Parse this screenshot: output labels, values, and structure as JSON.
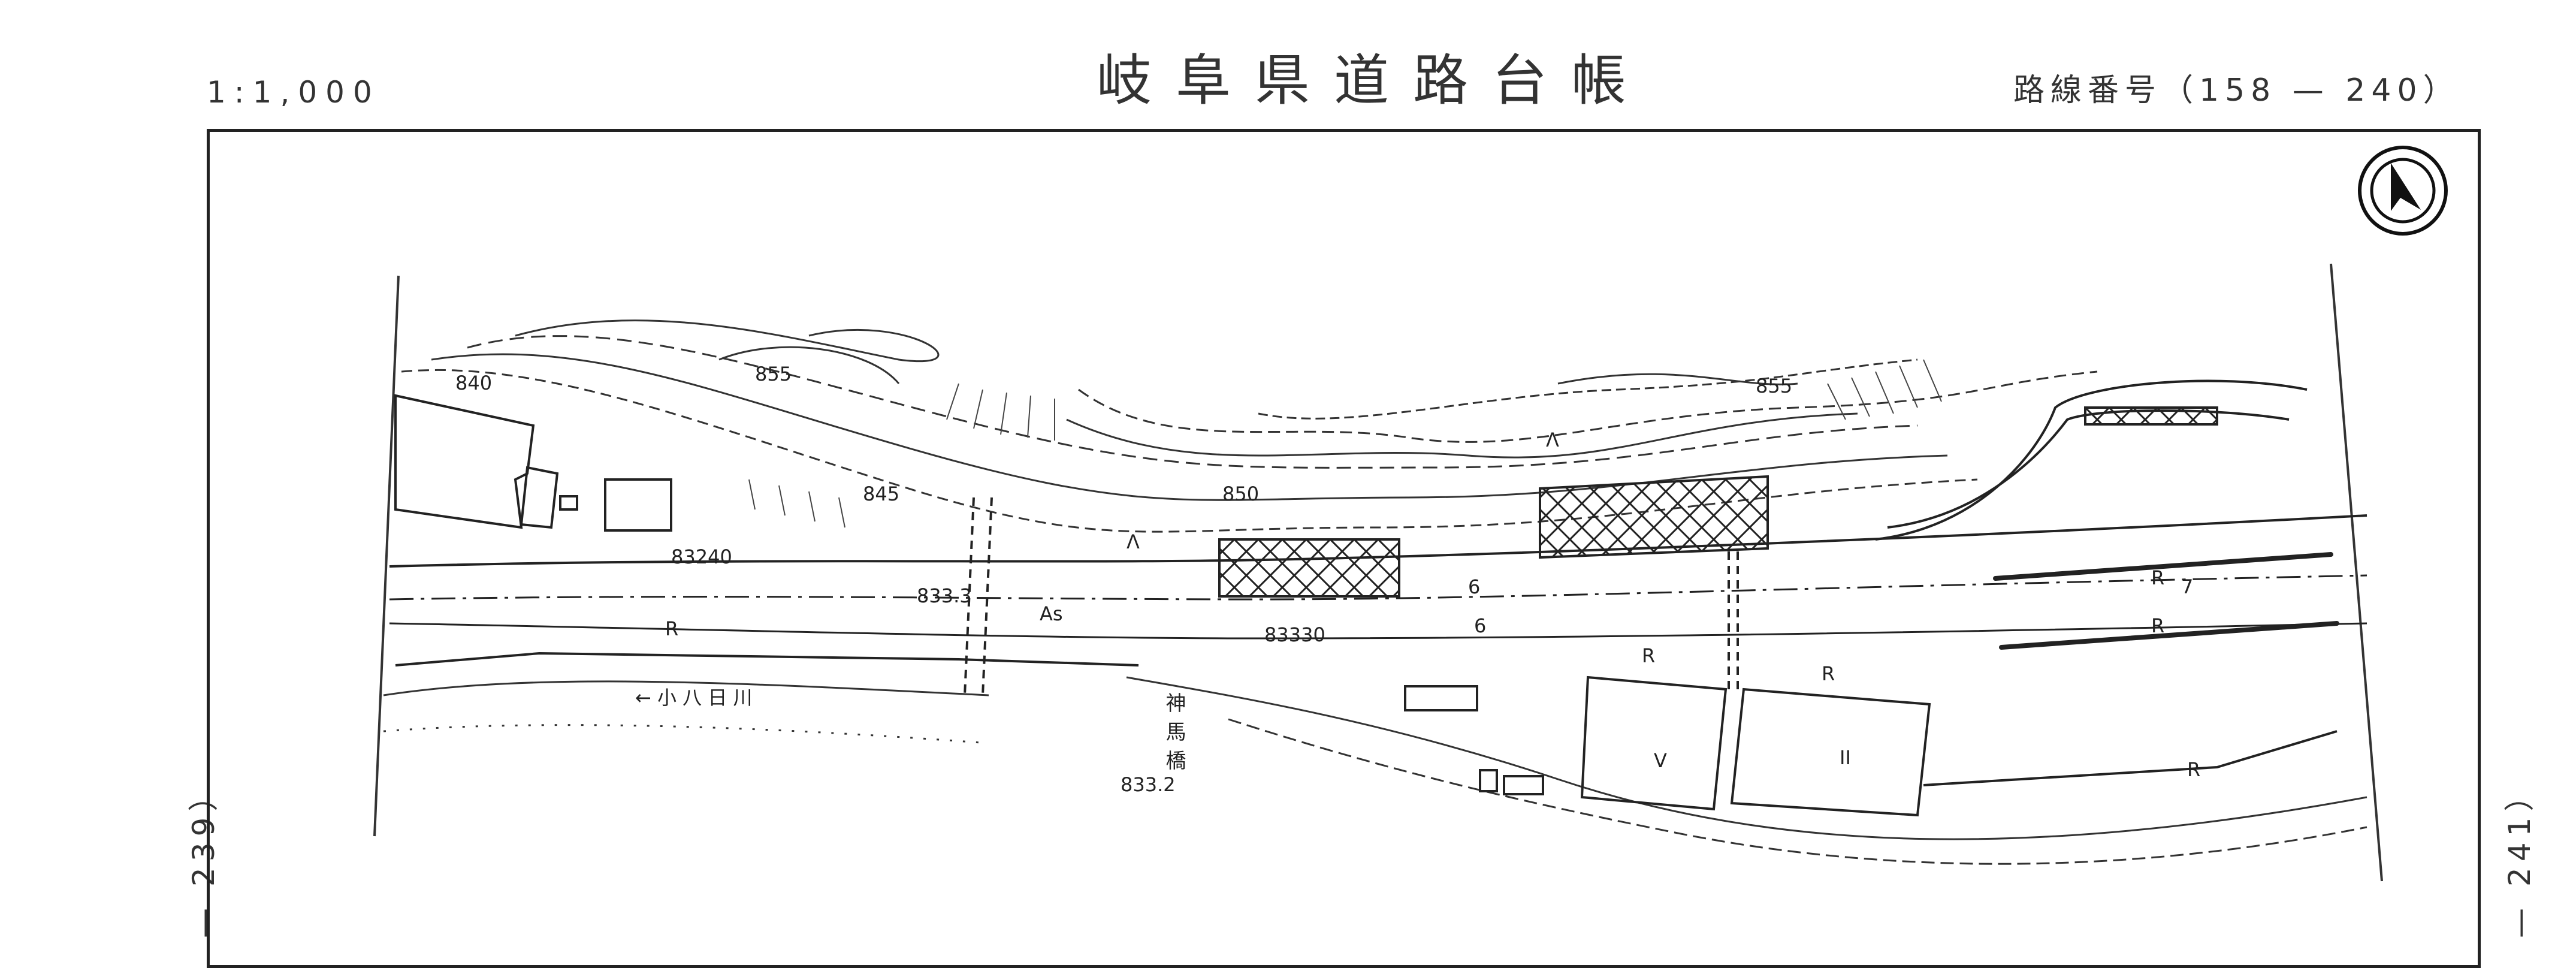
{
  "header": {
    "title": "岐阜県道路台帳",
    "scale": "1:1,000",
    "route_label": "路線番号（158 — 240）"
  },
  "sheet_refs": {
    "left": "— 239）",
    "right": "— 241）"
  },
  "map": {
    "contours": [
      "840",
      "855",
      "845",
      "850",
      "855"
    ],
    "elevations": [
      "83240",
      "833.3",
      "83330",
      "833.2"
    ],
    "pavement": "As",
    "river": "← 小 八 日 川",
    "bridge": "神馬橋",
    "north_arrow": "north-arrow",
    "road_marks": [
      "R",
      "R",
      "R",
      "R",
      "R",
      "R",
      "7",
      "6",
      "6"
    ],
    "symbols": [
      "Λ",
      "Λ",
      "V",
      "II"
    ]
  }
}
